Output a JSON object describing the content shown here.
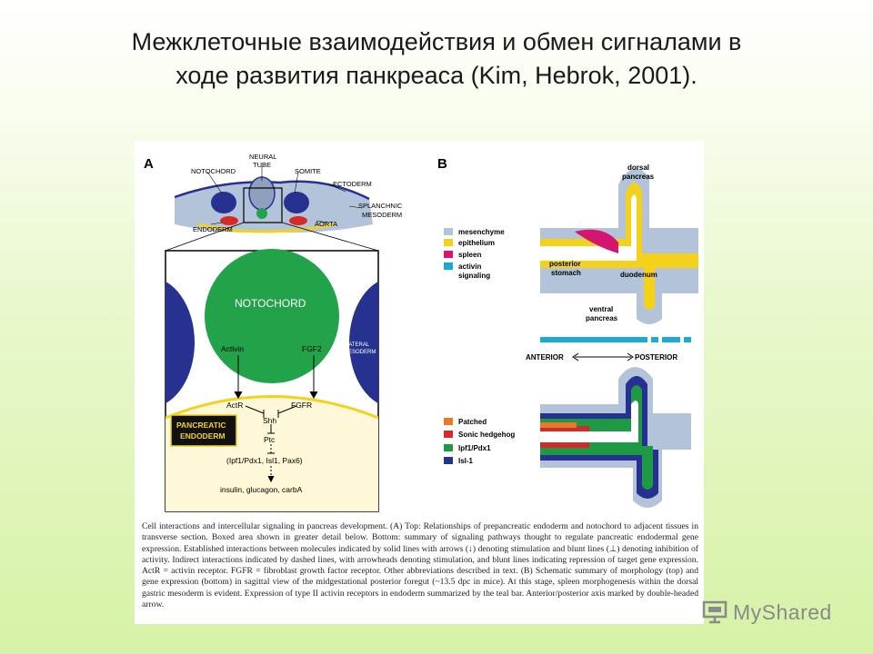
{
  "slide": {
    "title_line1": "Межклеточные взаимодействия и обмен сигналами в",
    "title_line2": "ходе развития панкреаса (Kim, Hebrok, 2001)."
  },
  "panel_a": {
    "panel_letter": "A",
    "top": {
      "notochord": "NOTOCHORD",
      "neural_tube_1": "NEURAL",
      "neural_tube_2": "TUBE",
      "somite": "SOMITE",
      "ectoderm": "ECTODERM",
      "splanchnic_1": "SPLANCHNIC",
      "splanchnic_2": "MESODERM",
      "aorta": "AORTA",
      "endoderm": "ENDODERM"
    },
    "detail": {
      "notochord": "NOTOCHORD",
      "lateral_1": "LATERAL",
      "lateral_2": "MESODERM",
      "activin": "Activin",
      "fgf2": "FGF2",
      "actr": "ActR",
      "fgfr": "FGFR",
      "shh": "Shh",
      "ptc": "Ptc",
      "genes": "(Ipf1/Pdx1, Isl1, Pax6)",
      "hormones": "insulin, glucagon, carbA",
      "pancreatic_1": "PANCREATIC",
      "pancreatic_2": "ENDODERM"
    }
  },
  "panel_b": {
    "panel_letter": "B",
    "legend_top": [
      {
        "label": "mesenchyme",
        "color": "#b3c3d9"
      },
      {
        "label": "epithelium",
        "color": "#f4d21c"
      },
      {
        "label": "spleen",
        "color": "#d4166f"
      },
      {
        "label": "activin",
        "color": "#1ba9d6"
      }
    ],
    "legend_top_extra": "signaling",
    "legend_bottom": [
      {
        "label": "Patched",
        "color": "#e8792a"
      },
      {
        "label": "Sonic hedgehog",
        "color": "#d42a2a"
      },
      {
        "label": "Ipf1/Pdx1",
        "color": "#1e9a45"
      },
      {
        "label": "Isl-1",
        "color": "#27318f"
      }
    ],
    "labels": {
      "dorsal_1": "dorsal",
      "dorsal_2": "pancreas",
      "post_stomach_1": "posterior",
      "post_stomach_2": "stomach",
      "duodenum": "duodenum",
      "ventral_1": "ventral",
      "ventral_2": "pancreas",
      "anterior": "ANTERIOR",
      "posterior": "POSTERIOR"
    }
  },
  "caption": "Cell interactions and intercellular signaling in pancreas development. (A) Top: Relationships of prepancreatic endoderm and notochord to adjacent tissues in transverse section. Boxed area shown in greater detail below. Bottom: summary of signaling pathways thought to regulate pancreatic endodermal gene expression. Established interactions between molecules indicated by solid lines with arrows (↓) denoting stimulation and blunt lines (⊥) denoting inhibition of activity. Indirect interactions indicated by dashed lines, with arrowheads denoting stimulation, and blunt lines indicating repression of target gene expression. ActR = activin receptor. FGFR = fibroblast growth factor receptor. Other abbreviations described in text. (B) Schematic summary of morphology (top) and gene expression (bottom) in sagittal view of the midgestational posterior foregut (~13.5 dpc in mice). At this stage, spleen morphogenesis within the dorsal gastric mesoderm is evident. Expression of type II activin receptors in endoderm summarized by the teal bar. Anterior/posterior axis marked by double-headed arrow.",
  "watermark": "MyShared"
}
